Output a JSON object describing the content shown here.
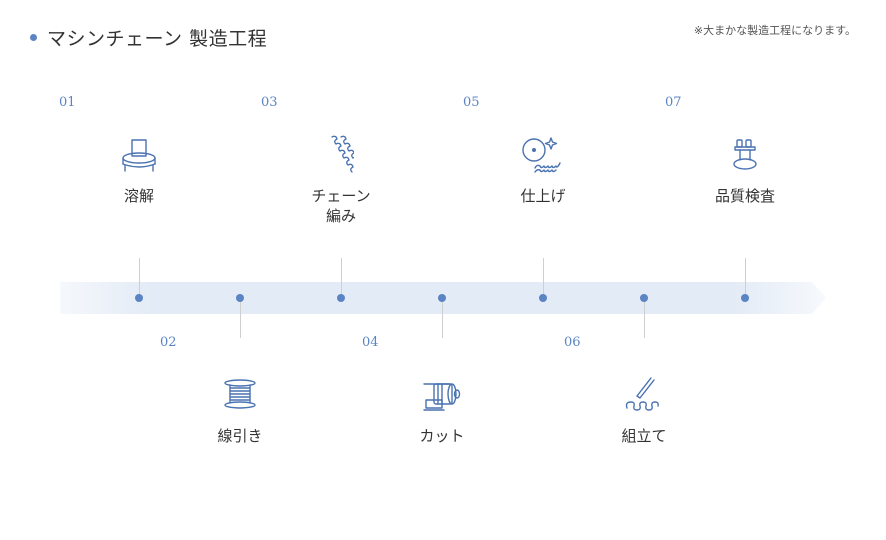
{
  "header": {
    "title": "マシンチェーン 製造工程",
    "note": "※大まかな製造工程になります。"
  },
  "steps": [
    {
      "num": "01",
      "label": "溶解",
      "icon": "melting-pot-icon"
    },
    {
      "num": "02",
      "label": "線引き",
      "icon": "wire-spool-icon"
    },
    {
      "num": "03",
      "label": "チェーン\n編み",
      "icon": "chain-knit-icon"
    },
    {
      "num": "04",
      "label": "カット",
      "icon": "cutting-machine-icon"
    },
    {
      "num": "05",
      "label": "仕上げ",
      "icon": "polishing-wheel-icon"
    },
    {
      "num": "06",
      "label": "組立て",
      "icon": "assembly-tool-icon"
    },
    {
      "num": "07",
      "label": "品質検査",
      "icon": "inspection-icon"
    }
  ],
  "colors": {
    "accent": "#5b84c4",
    "band": "#e3ebf6",
    "icon_stroke": "#4a72b0"
  }
}
